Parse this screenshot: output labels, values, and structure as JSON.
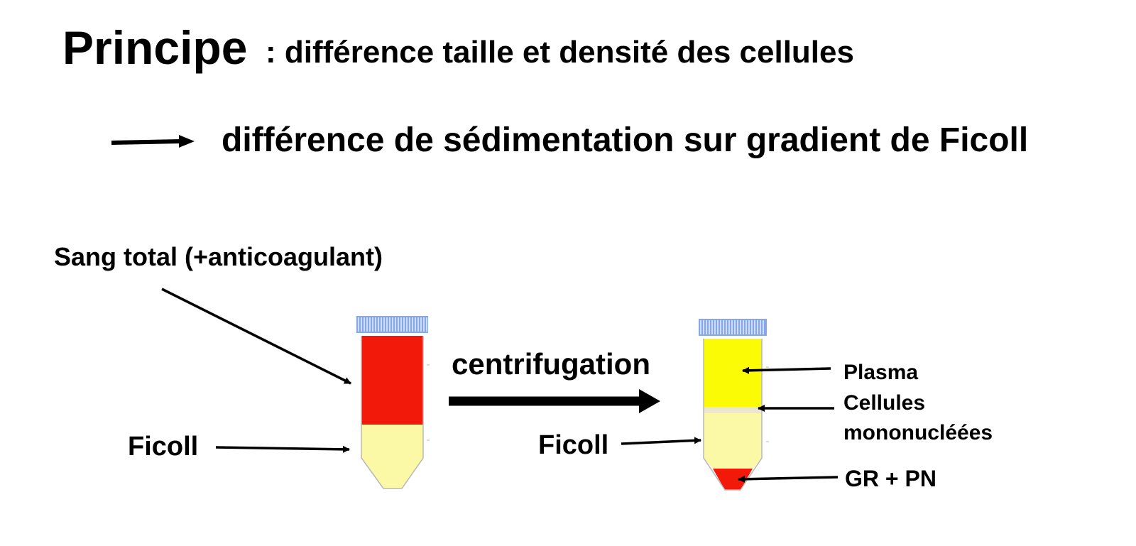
{
  "slide": {
    "title_main": "Principe",
    "title_sub": ": différence taille et densité des cellules",
    "subtitle": "différence de sédimentation sur gradient de Ficoll"
  },
  "labels": {
    "sang_total": "Sang total (+anticoagulant)",
    "ficoll_left": "Ficoll",
    "centrifugation": "centrifugation",
    "ficoll_right": "Ficoll",
    "plasma": "Plasma",
    "cellules_line1": "Cellules",
    "cellules_line2": "mononucléées",
    "gr_pn": "GR + PN"
  },
  "colors": {
    "blood_red": "#f2190b",
    "ficoll_yellow": "#fbf8a6",
    "plasma_yellow": "#fbfb05",
    "cap_blue": "#86a8e8",
    "cap_stripe": "#ffffff",
    "buffy_coat": "#ede6cf",
    "tube_outline": "#b8b8b8",
    "arrow": "#000000"
  }
}
